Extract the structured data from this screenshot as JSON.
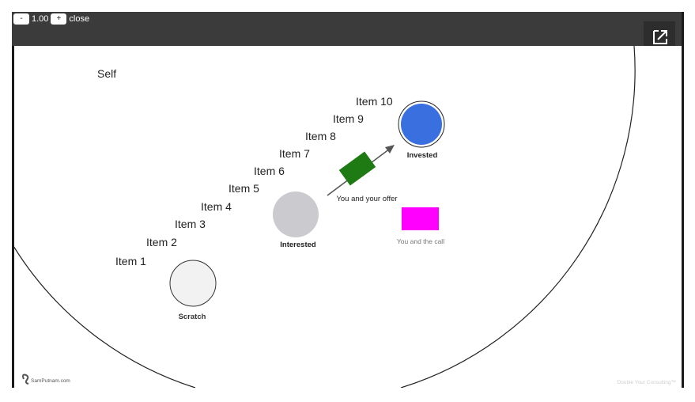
{
  "toolbar": {
    "zoom_out_label": "-",
    "zoom_value": "1.00",
    "zoom_in_label": "+",
    "close_label": "close",
    "open_external_icon": "open-in-new-icon"
  },
  "diagram": {
    "self_label": "Self",
    "items": [
      "Item 1",
      "Item 2",
      "Item 3",
      "Item 4",
      "Item 5",
      "Item 6",
      "Item 7",
      "Item 8",
      "Item 9",
      "Item 10"
    ],
    "nodes": {
      "scratch": {
        "label": "Scratch",
        "color": "#f2f2f2"
      },
      "interested": {
        "label": "Interested",
        "color": "#c8c8cc"
      },
      "invested": {
        "label": "Invested",
        "color": "#3a6fe0"
      }
    },
    "offer": {
      "label": "You and your offer",
      "color": "#1e7a12"
    },
    "call": {
      "label": "You and the call",
      "color": "#ff00ff"
    }
  },
  "footer": {
    "brand": "SamPutnam.com",
    "trademark": "Double Your Consulting™"
  }
}
